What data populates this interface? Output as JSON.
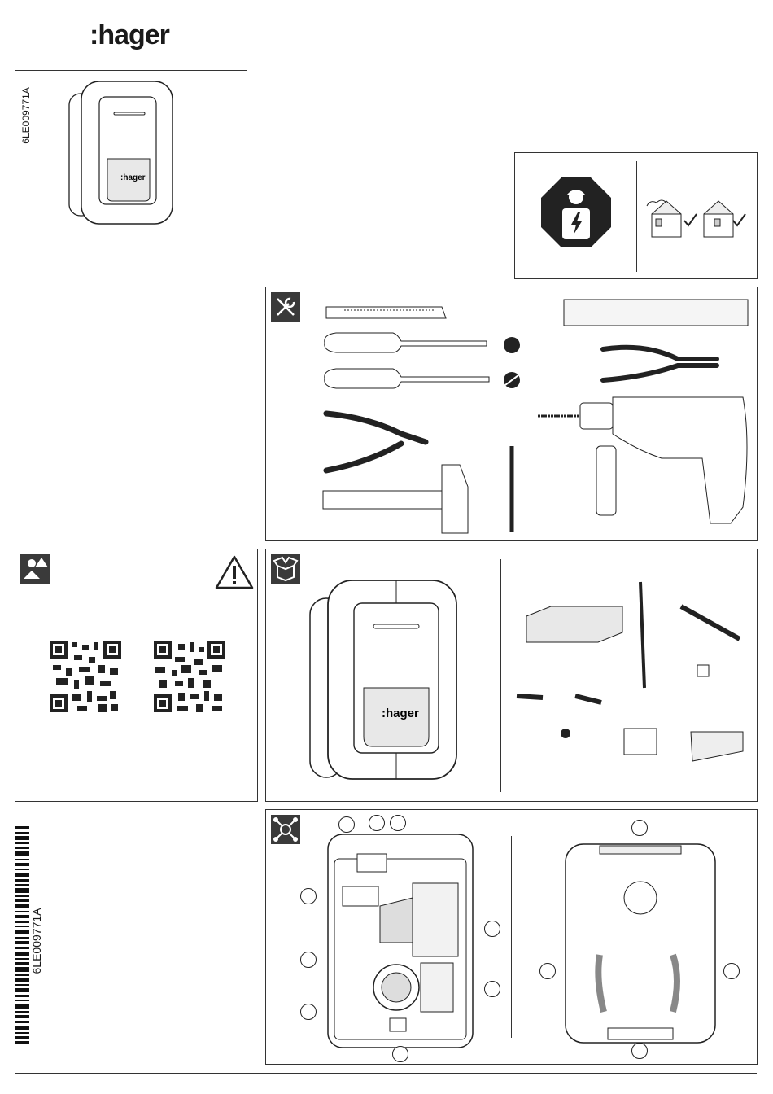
{
  "brand": {
    "logo_text": ":hager"
  },
  "document": {
    "code": "6LE009771A"
  },
  "product_label": ":hager",
  "barcode": {
    "text": "6LE009771A"
  },
  "sections": {
    "tools": {
      "icon": "tools-icon"
    },
    "safety": {
      "icon": "read-manual-warning-icon"
    },
    "package": {
      "icon": "open-box-icon"
    },
    "components": {
      "icon": "network-nodes-icon"
    }
  },
  "colors": {
    "icon_bg": "#3a3a3a",
    "line": "#333333",
    "fill_light": "#e8e8e8"
  }
}
